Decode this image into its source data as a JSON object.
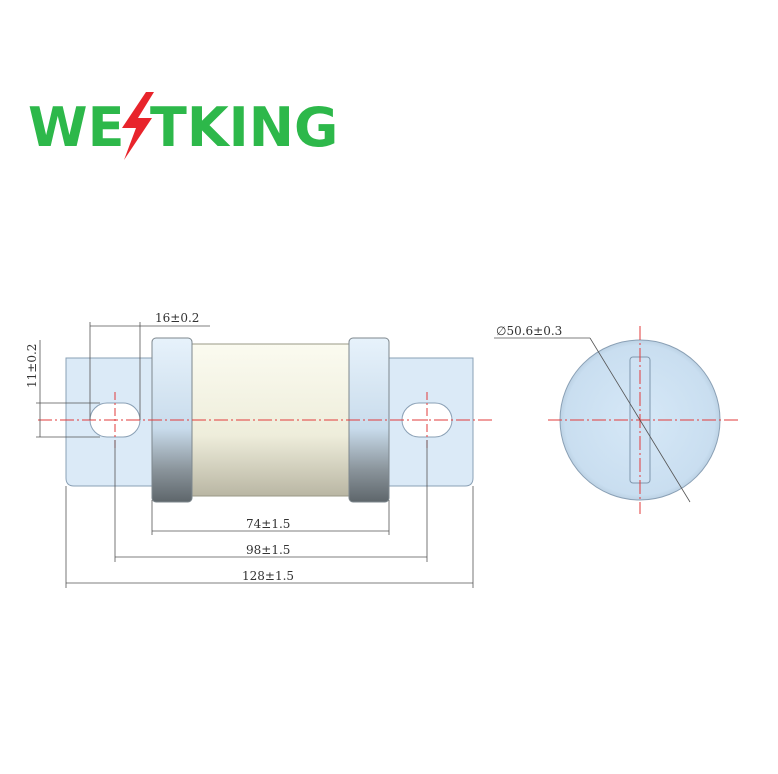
{
  "brand": {
    "name": "WESTKING",
    "left_letters": "WE",
    "right_letters": "TKING",
    "color": "#2db84a",
    "bolt_color": "#e8242b"
  },
  "dimensions": {
    "tag_hole_spacing_label": "16±0.2",
    "tag_height_label": "11±0.2",
    "body_length_label": "74±1.5",
    "hole_center_label": "98±1.5",
    "overall_length_label": "128±1.5",
    "diameter_label": "∅50.6±0.3"
  },
  "colors": {
    "tag_fill": "#dbeaf7",
    "tag_stroke": "#8aa0b5",
    "cap_light": "#d7e8f6",
    "cap_dark": "#6c7378",
    "body_fill": "#f2f1df",
    "centerline": "#e23b3b",
    "dim_line": "#555555"
  }
}
